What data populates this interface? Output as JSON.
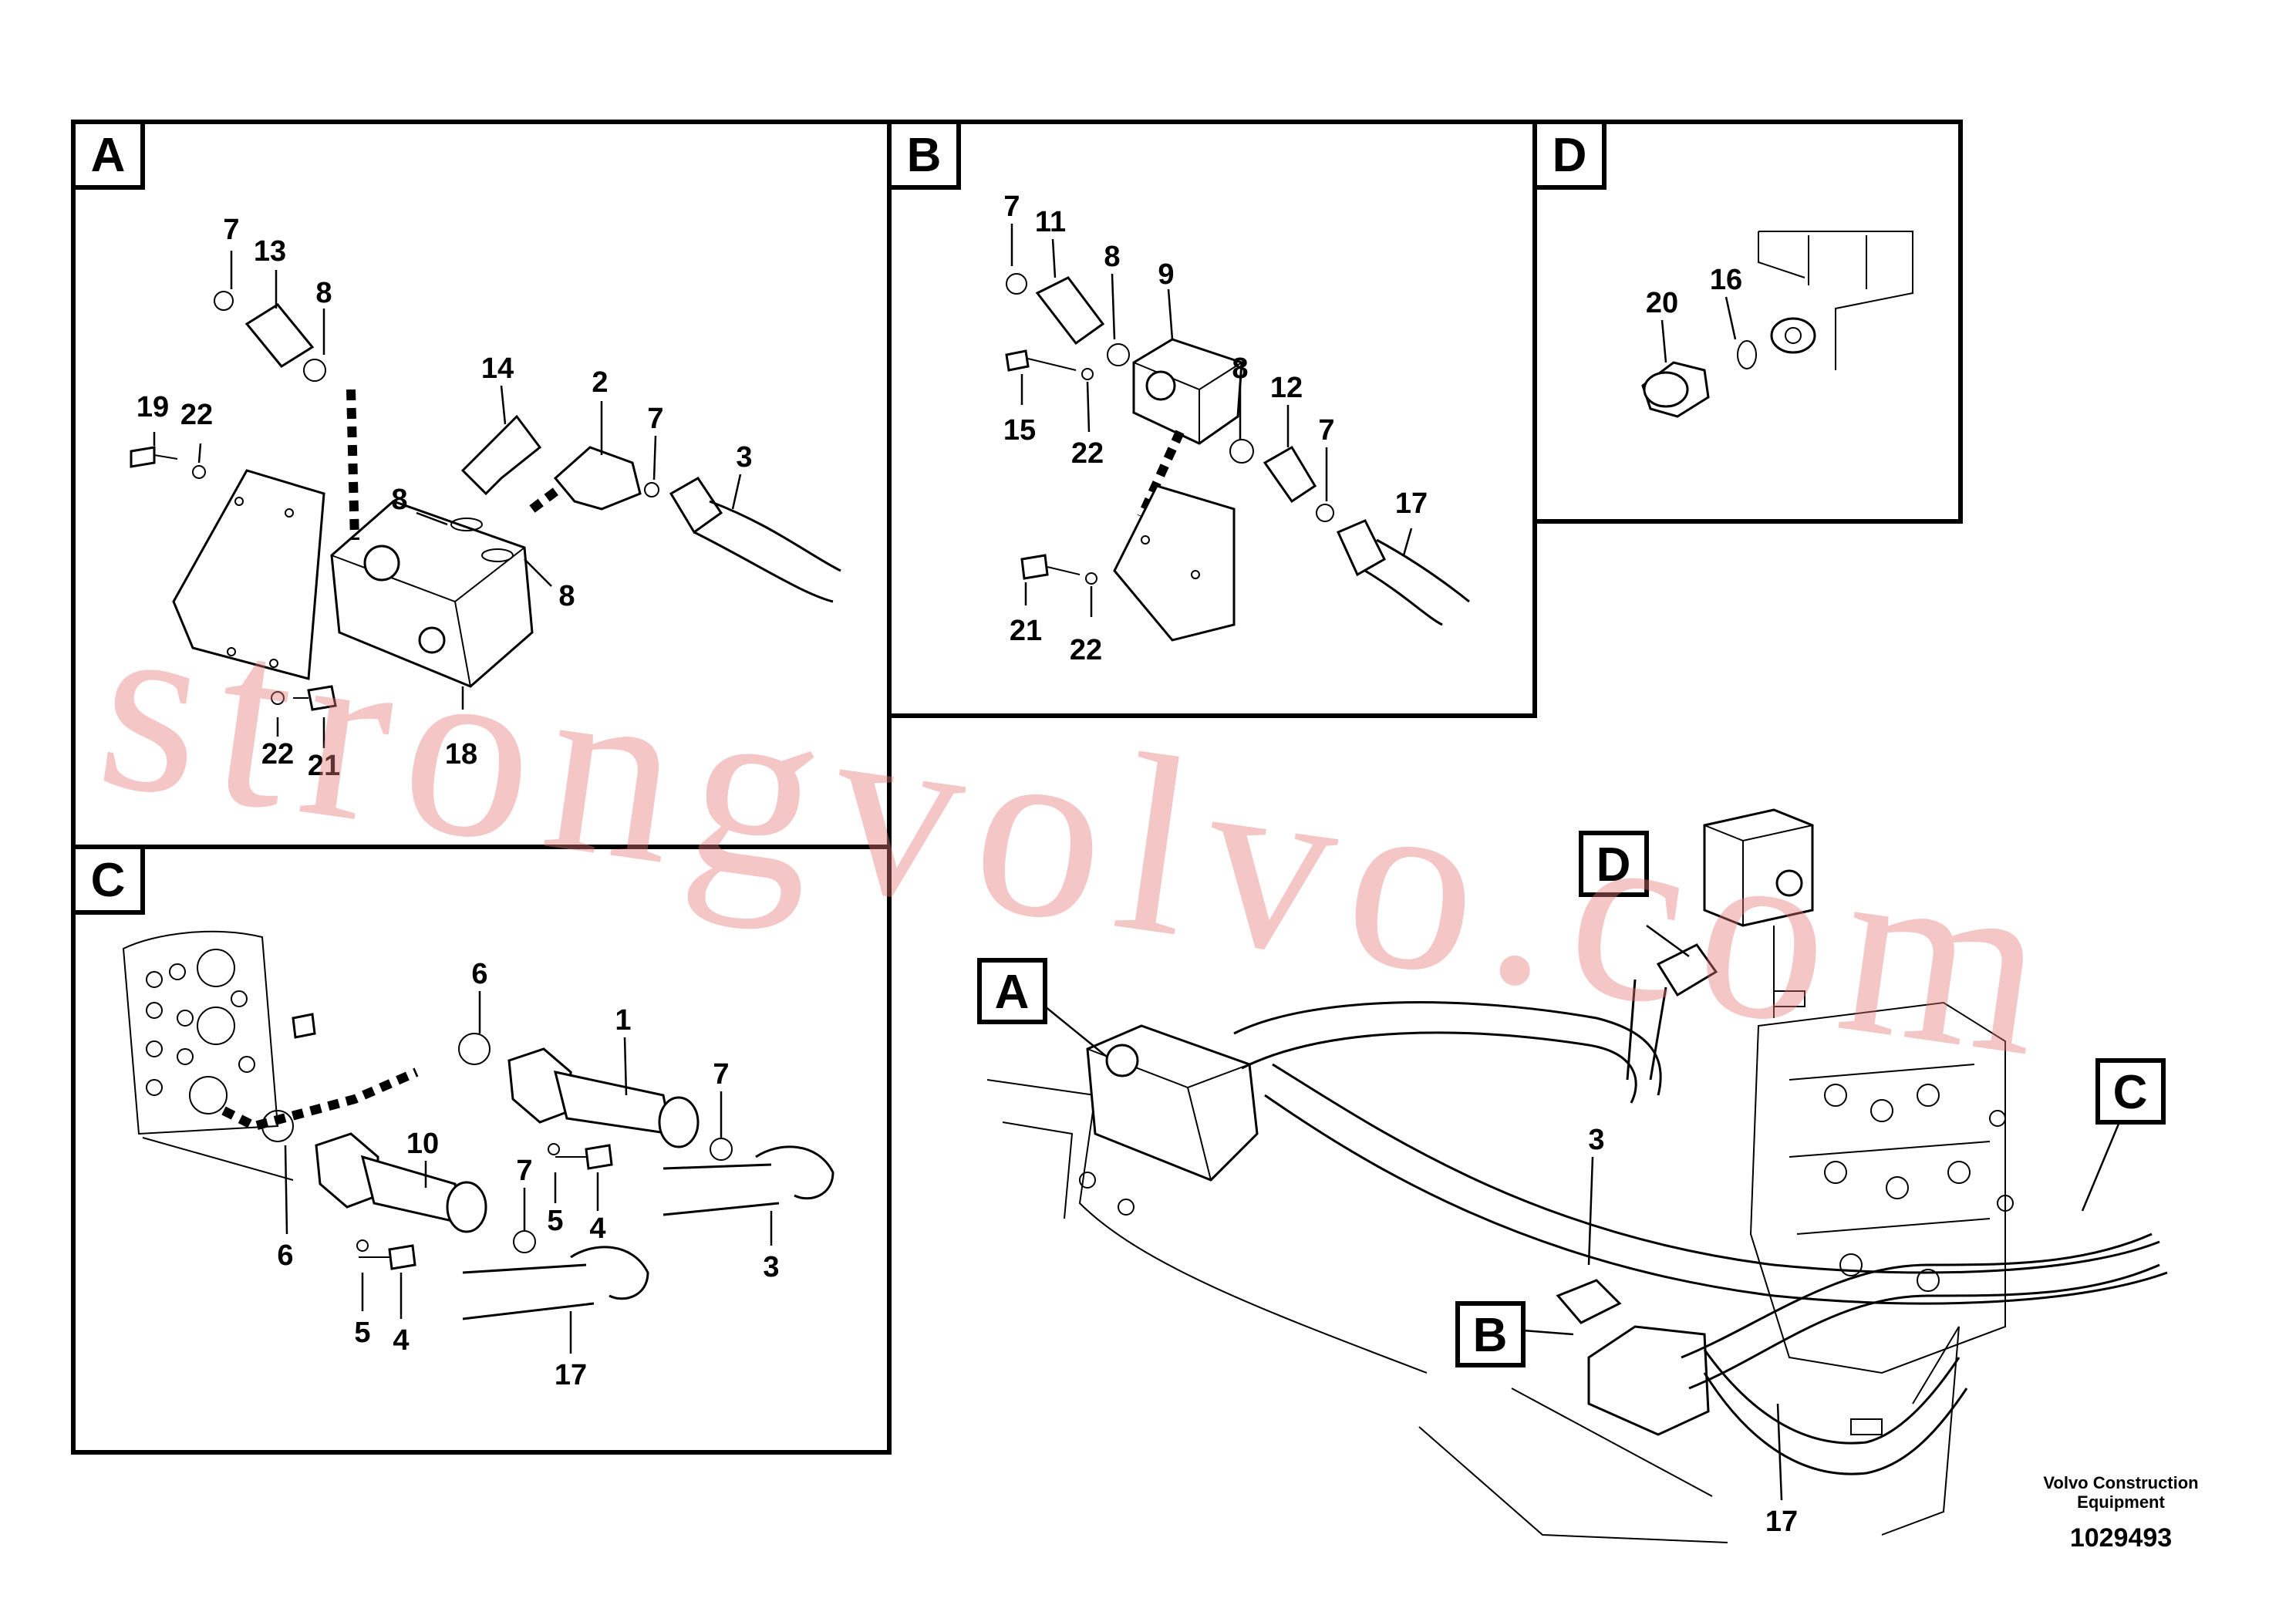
{
  "panels": {
    "A": {
      "label": "A",
      "callouts": [
        "7",
        "13",
        "8",
        "19",
        "22",
        "14",
        "2",
        "7",
        "3",
        "8",
        "8",
        "18",
        "22",
        "21"
      ]
    },
    "B": {
      "label": "B",
      "callouts": [
        "7",
        "11",
        "8",
        "9",
        "8",
        "12",
        "7",
        "15",
        "22",
        "17",
        "21",
        "22"
      ]
    },
    "C": {
      "label": "C",
      "callouts": [
        "6",
        "1",
        "7",
        "10",
        "7",
        "5",
        "4",
        "6",
        "3",
        "5",
        "4",
        "17"
      ]
    },
    "D": {
      "label": "D",
      "callouts": [
        "20",
        "16"
      ]
    }
  },
  "overview": {
    "flags": [
      "A",
      "B",
      "C",
      "D"
    ],
    "callouts": [
      "3",
      "17"
    ]
  },
  "watermark": "strongvolvo.com",
  "brand": {
    "line1": "Volvo Construction",
    "line2": "Equipment"
  },
  "document_number": "1029493"
}
